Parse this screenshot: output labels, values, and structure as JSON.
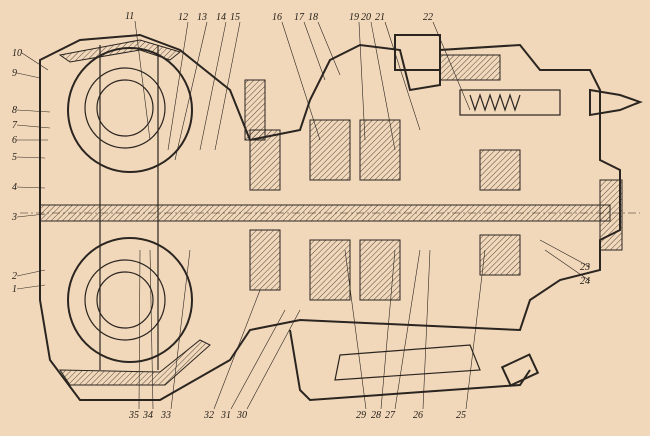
{
  "figure": {
    "title": "Transmission sectional drawing",
    "callouts": [
      "1",
      "2",
      "3",
      "4",
      "5",
      "6",
      "7",
      "8",
      "9",
      "10",
      "11",
      "12",
      "13",
      "14",
      "15",
      "16",
      "17",
      "18",
      "19",
      "20",
      "21",
      "22",
      "23",
      "24",
      "25",
      "26",
      "27",
      "28",
      "29",
      "30",
      "31",
      "32",
      "33",
      "34",
      "35"
    ]
  },
  "colors": {
    "paper": "#f2d8ba",
    "ink": "#2a2520"
  }
}
